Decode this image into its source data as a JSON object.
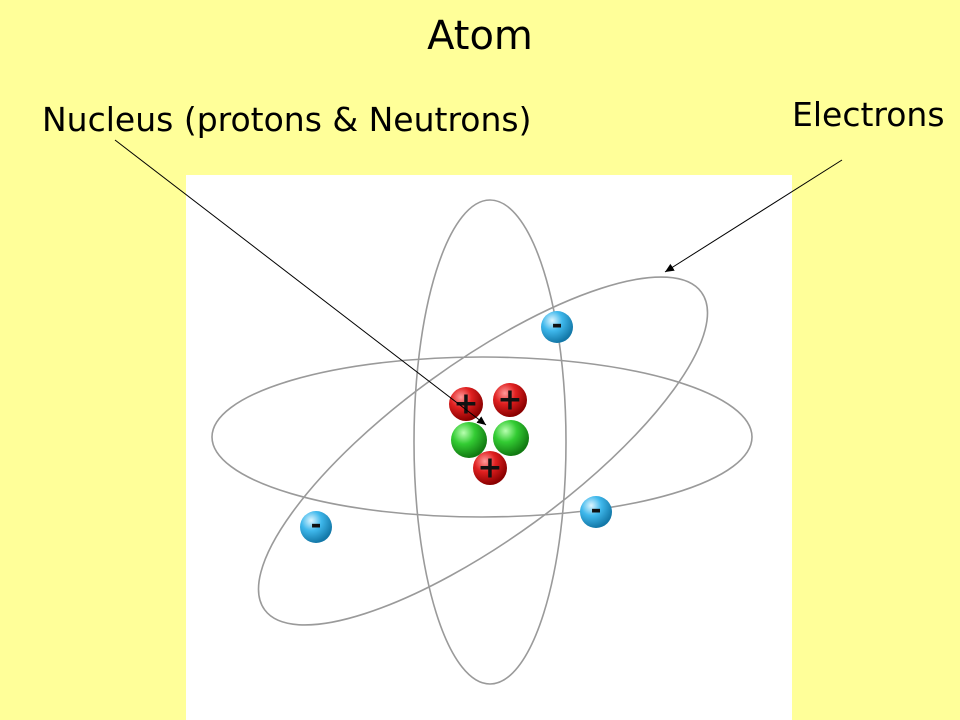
{
  "slide": {
    "title": "Atom",
    "labels": {
      "nucleus": "Nucleus (protons & Neutrons)",
      "electrons": "Electrons"
    }
  },
  "atom": {
    "protons": 3,
    "neutrons": 2,
    "electrons": 3,
    "proton_symbol": "+",
    "electron_symbol": "-"
  },
  "colors": {
    "background": "#ffff99",
    "panel": "#ffffff",
    "proton": "#e02020",
    "neutron": "#33cc33",
    "electron": "#3fb8ec",
    "orbit": "#9a9a9a",
    "text": "#000000"
  }
}
